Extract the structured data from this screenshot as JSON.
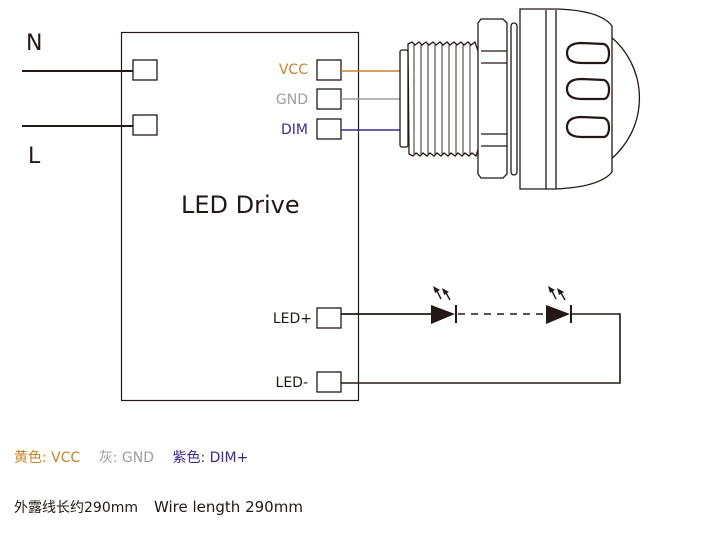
{
  "diagram": {
    "mains": {
      "n_label": "N",
      "l_label": "L"
    },
    "driver": {
      "title": "LED Drive"
    },
    "pins": {
      "vcc": "VCC",
      "gnd": "GND",
      "dim": "DIM",
      "led_plus": "LED+",
      "led_minus": "LED-"
    },
    "wire_colors": {
      "vcc": "#C8822A",
      "gnd": "#9E9E9E",
      "dim": "#3F2A8C",
      "line": "#231815"
    }
  },
  "legend": {
    "vcc": "黄色: VCC",
    "gnd": "灰: GND",
    "dim": "紫色: DIM+"
  },
  "note": {
    "cn": "外露线长约290mm",
    "en": "Wire length 290mm"
  }
}
